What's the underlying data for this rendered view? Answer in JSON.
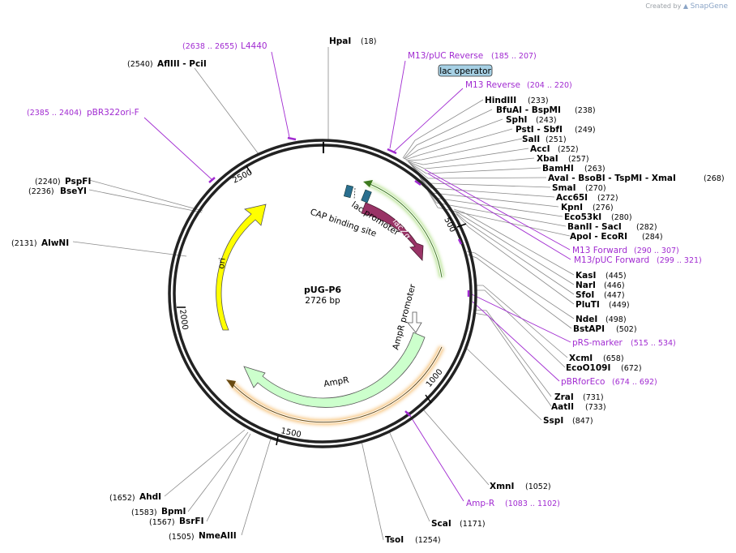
{
  "credit": {
    "prefix": "Created by",
    "brand": "SnapGene"
  },
  "plasmid": {
    "name": "pUG-P6",
    "size": "2726 bp"
  },
  "ticks": [
    "500",
    "1000",
    "1500",
    "2000",
    "2500"
  ],
  "features": {
    "ori": "ori",
    "lacZa": "lacZα",
    "lac_promoter": "lac promoter",
    "cap_site": "CAP binding site",
    "ampr_promoter": "AmpR promoter",
    "ampr": "AmpR",
    "lac_operator": "lac operator"
  },
  "sites_right": [
    {
      "name": "HpaI",
      "pos": "(18)"
    },
    {
      "name": "HindIII",
      "pos": "(233)"
    },
    {
      "name": "BfuAI  - BspMI",
      "pos": "(238)"
    },
    {
      "name": "SphI",
      "pos": "(243)"
    },
    {
      "name": "PstI  - SbfI",
      "pos": "(249)"
    },
    {
      "name": "SalI",
      "pos": "(251)"
    },
    {
      "name": "AccI",
      "pos": "(252)"
    },
    {
      "name": "XbaI",
      "pos": "(257)"
    },
    {
      "name": "BamHI",
      "pos": "(263)"
    },
    {
      "name": "AvaI  - BsoBI  - TspMI  - XmaI",
      "pos": "(268)"
    },
    {
      "name": "SmaI",
      "pos": "(270)"
    },
    {
      "name": "Acc65I",
      "pos": "(272)"
    },
    {
      "name": "KpnI",
      "pos": "(276)"
    },
    {
      "name": "Eco53kI",
      "pos": "(280)"
    },
    {
      "name": "BanII  - SacI",
      "pos": "(282)"
    },
    {
      "name": "ApoI  - EcoRI",
      "pos": "(284)"
    },
    {
      "name": "KasI",
      "pos": "(445)"
    },
    {
      "name": "NarI",
      "pos": "(446)"
    },
    {
      "name": "SfoI",
      "pos": "(447)"
    },
    {
      "name": "PluTI",
      "pos": "(449)"
    },
    {
      "name": "NdeI",
      "pos": "(498)"
    },
    {
      "name": "BstAPI",
      "pos": "(502)"
    },
    {
      "name": "XcmI",
      "pos": "(658)"
    },
    {
      "name": "EcoO109I",
      "pos": "(672)"
    },
    {
      "name": "ZraI",
      "pos": "(731)"
    },
    {
      "name": "AatII",
      "pos": "(733)"
    },
    {
      "name": "SspI",
      "pos": "(847)"
    },
    {
      "name": "XmnI",
      "pos": "(1052)"
    },
    {
      "name": "ScaI",
      "pos": "(1171)"
    },
    {
      "name": "TsoI",
      "pos": "(1254)"
    }
  ],
  "sites_left": [
    {
      "name": "AflIII  - PciI",
      "pos": "(2540)"
    },
    {
      "name": "PspFI",
      "pos": "(2240)"
    },
    {
      "name": "BseYI",
      "pos": "(2236)"
    },
    {
      "name": "AlwNI",
      "pos": "(2131)"
    },
    {
      "name": "AhdI",
      "pos": "(1652)"
    },
    {
      "name": "BpmI",
      "pos": "(1583)"
    },
    {
      "name": "BsrFI",
      "pos": "(1567)"
    },
    {
      "name": "NmeAIII",
      "pos": "(1505)"
    }
  ],
  "primers": [
    {
      "name": "L4440",
      "pos": "(2638 .. 2655)"
    },
    {
      "name": "pBR322ori-F",
      "pos": "(2385 .. 2404)"
    },
    {
      "name": "M13/pUC Reverse",
      "pos": "(185 .. 207)"
    },
    {
      "name": "M13 Reverse",
      "pos": "(204 .. 220)"
    },
    {
      "name": "M13 Forward",
      "pos": "(290 .. 307)"
    },
    {
      "name": "M13/pUC Forward",
      "pos": "(299 .. 321)"
    },
    {
      "name": "pRS-marker",
      "pos": "(515 .. 534)"
    },
    {
      "name": "pBRforEco",
      "pos": "(674 .. 692)"
    },
    {
      "name": "Amp-R",
      "pos": "(1083 .. 1102)"
    }
  ],
  "colors": {
    "ori": "#ffff00",
    "lacZa": "#993366",
    "lac_promoter_glow": "#78c832",
    "ampr": "#ccffcc",
    "ampr_glow": "#f0a030",
    "primer": "#a12bd1",
    "lac_operator": "#a6d0e4",
    "cap_site": "#336677"
  }
}
